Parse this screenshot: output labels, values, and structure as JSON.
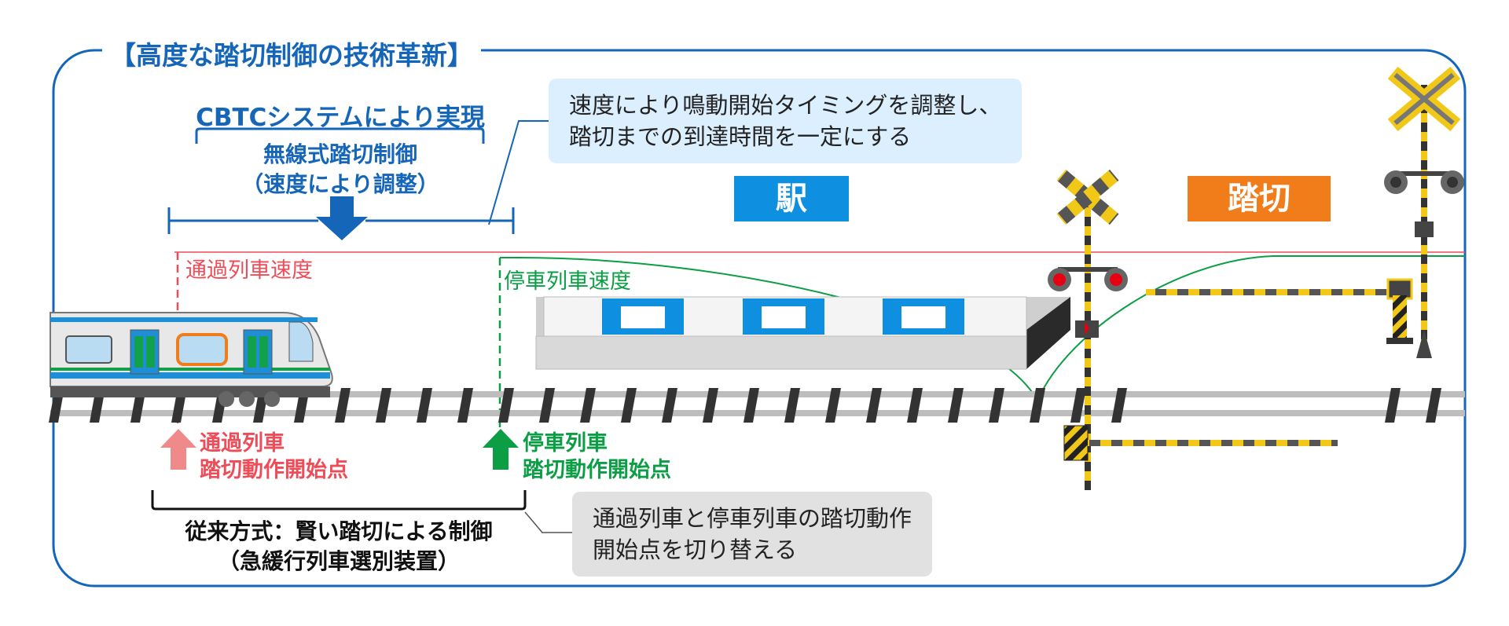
{
  "title": "【高度な踏切制御の技術革新】",
  "cbtc": {
    "heading": "CBTCシステムにより実現",
    "line1": "無線式踏切制御",
    "line2": "（速度により調整）"
  },
  "callout_top": {
    "line1": "速度により鳴動開始タイミングを調整し、",
    "line2": "踏切までの到達時間を一定にする"
  },
  "tags": {
    "station": "駅",
    "crossing": "踏切"
  },
  "speed_labels": {
    "passing": "通過列車速度",
    "stopping": "停車列車速度"
  },
  "start_points": {
    "passing": {
      "line1": "通過列車",
      "line2": "踏切動作開始点"
    },
    "stopping": {
      "line1": "停車列車",
      "line2": "踏切動作開始点"
    }
  },
  "conventional": {
    "line1": "従来方式：賢い踏切による制御",
    "line2": "（急緩行列車選別装置）"
  },
  "callout_bottom": {
    "line1": "通過列車と停車列車の踏切動作",
    "line2": "開始点を切り替える"
  },
  "colors": {
    "frame": "#1565b8",
    "callout_top_bg": "#dcefff",
    "callout_bottom_bg": "#e1e1e1",
    "station_tag": "#0e8fe0",
    "crossing_tag": "#f07d19",
    "passing": "#ee4c58",
    "stopping": "#0b9e45",
    "crossing_yellow": "#f2c818"
  }
}
